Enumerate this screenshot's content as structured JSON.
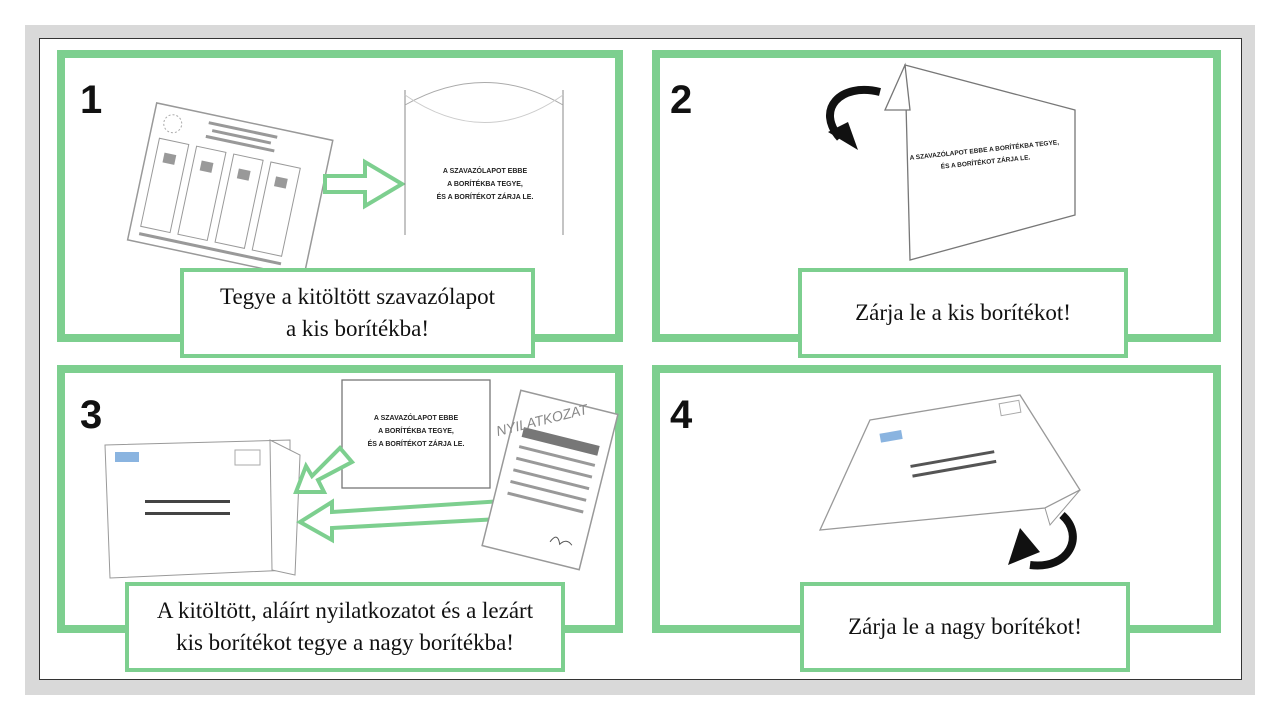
{
  "steps": [
    {
      "number": "1",
      "caption_line1": "Tegye a kitöltött szavazólapot",
      "caption_line2": "a kis borítékba!"
    },
    {
      "number": "2",
      "caption_line1": "Zárja le a kis borítékot!"
    },
    {
      "number": "3",
      "caption_line1": "A kitöltött, aláírt nyilatkozatot és a lezárt",
      "caption_line2": "kis borítékot tegye a nagy borítékba!"
    },
    {
      "number": "4",
      "caption_line1": "Zárja le a nagy borítékot!"
    }
  ],
  "small_envelope_text": {
    "line1": "A SZAVAZÓLAPOT EBBE",
    "line2": "A BORÍTÉKBA TEGYE,",
    "line3": "ÉS A BORÍTÉKOT ZÁRJA LE."
  },
  "small_envelope_text_folded": {
    "line1": "A SZAVAZÓLAPOT EBBE A BORÍTÉKBA TEGYE,",
    "line2": "ÉS A BORÍTÉKOT ZÁRJA LE."
  },
  "declaration_title": "NYILATKOZAT",
  "colors": {
    "accent": "#7dcf8f",
    "frame": "#d9d9d9"
  }
}
